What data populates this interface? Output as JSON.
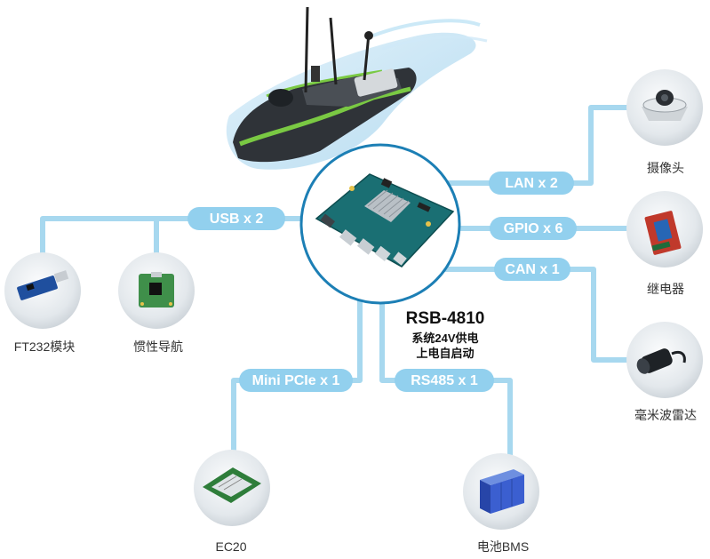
{
  "colors": {
    "connector": "#a7d8ef",
    "pill": "#92d0ee",
    "circle_ring": "#1c7fb5",
    "device_bg": "#e8ecef",
    "boat_accent": "#7ac943"
  },
  "board": {
    "name": "RSB-4810",
    "line1": "系统24V供电",
    "line2": "上电自启动",
    "icon": "embedded-board-image"
  },
  "interfaces": {
    "usb": "USB x 2",
    "lan": "LAN x 2",
    "gpio": "GPIO x 6",
    "can": "CAN x 1",
    "minipcie": "Mini PCIe x 1",
    "rs485": "RS485 x 1"
  },
  "devices": {
    "ft232": {
      "label": "FT232模块",
      "icon": "usb-module-icon"
    },
    "imu": {
      "label": "惯性导航",
      "icon": "imu-board-icon"
    },
    "camera": {
      "label": "摄像头",
      "icon": "dome-camera-icon"
    },
    "relay": {
      "label": "继电器",
      "icon": "relay-board-icon"
    },
    "radar": {
      "label": "毫米波雷达",
      "icon": "radar-sensor-icon"
    },
    "ec20": {
      "label": "EC20",
      "icon": "lte-module-icon"
    },
    "bms": {
      "label": "电池BMS",
      "icon": "battery-pack-icon"
    }
  },
  "boat": {
    "icon": "unmanned-surface-vessel-image"
  }
}
